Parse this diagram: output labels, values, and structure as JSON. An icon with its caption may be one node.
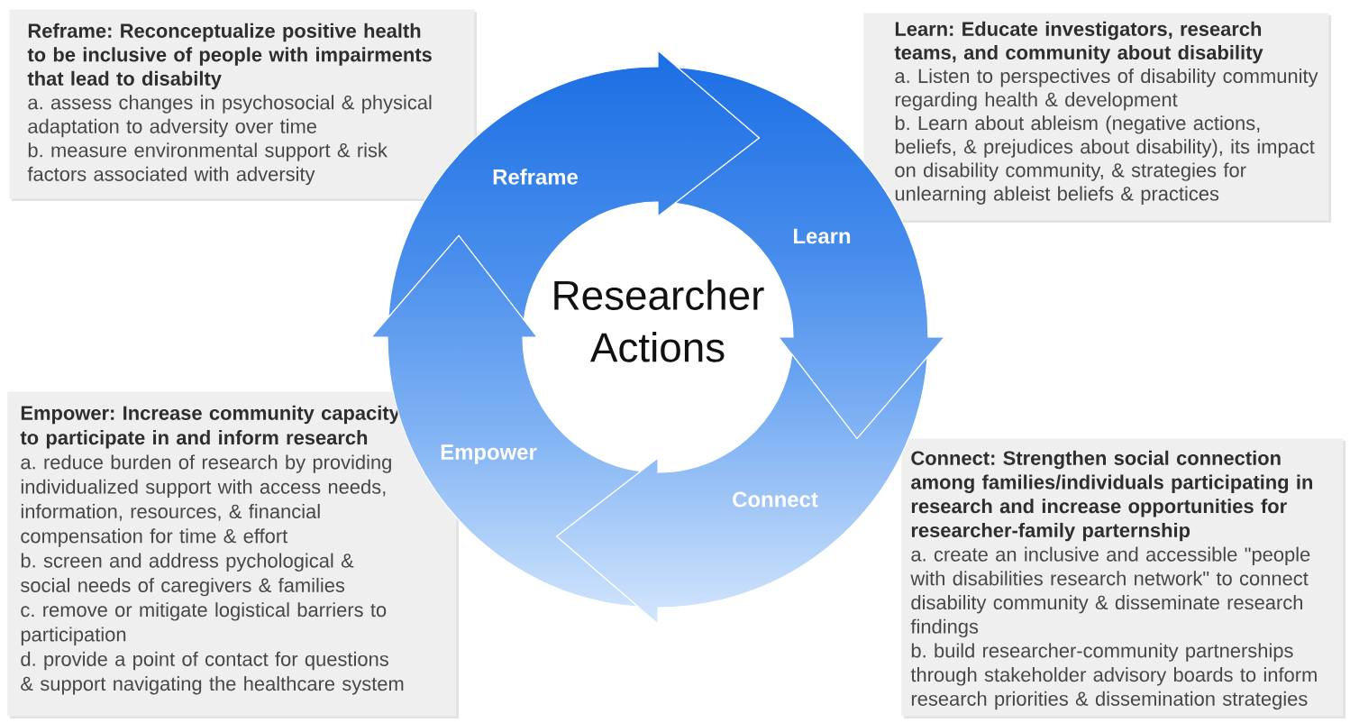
{
  "diagram": {
    "title": "Researcher Actions",
    "nodes": [
      {
        "text": [
          "Reframe: Reconceptualize positive health to be inclusive of people with impairments that lead to disabilty",
          "a. assess changes in psychosocial & physical adaptation to adversity over time",
          "b. measure environmental support & risk factors associated with adversity"
        ]
      },
      {
        "text": [
          "Learn: Educate investigators, research teams, and community about disability",
          "a. Listen to perspectives of disability community regarding health & development",
          "b. Learn about ableism (negative actions, beliefs, & prejudices about disability), its impact on disability community, & strategies for unlearning ableist beliefs & practices"
        ]
      },
      {
        "text": [
          "Reframe"
        ]
      },
      {
        "text": [
          "Learn"
        ]
      },
      {
        "text": [
          "Connect"
        ]
      },
      {
        "text": [
          "Empower"
        ]
      },
      {
        "text": [
          "Empower: Increase community capacity to participate in and inform research",
          "a. reduce burden of research by providing individualized support with access needs, information, resources, & financial compensation for time & effort",
          "b. screen and address pychological & social needs of caregivers & families",
          "c. remove or mitigate logistical barriers to participation",
          "d. provide a point of contact for questions & support navigating the healthcare system"
        ]
      },
      {
        "text": [
          "Connect: Strengthen social connection among families/individuals participating in research and increase opportunities for researcher-family parternship",
          "a. create an inclusive and accessible \"people with disabilities research network\" to connect disability community & disseminate research findings",
          "b. build researcher-community partnerships through stakeholder advisory boards to inform research priorities & dissemination strategies"
        ]
      }
    ]
  }
}
